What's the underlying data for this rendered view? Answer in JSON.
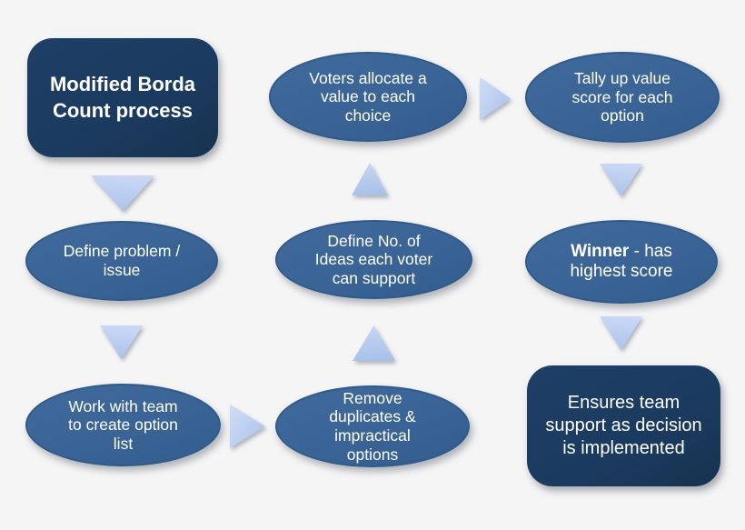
{
  "canvas": {
    "background": "#f5f5f6"
  },
  "palette": {
    "dark_box_fill": "#1b3a5f",
    "ellipse_fill": "#3a6496",
    "ellipse_edge": "#2f5a8a",
    "arrow_fill": "#b7ccef",
    "text": "#ffffff"
  },
  "nodes": {
    "start": {
      "label": "Modified Borda\nCount process"
    },
    "voters": {
      "label": "Voters allocate a\nvalue to each\nchoice"
    },
    "tally": {
      "label": "Tally up value\nscore for each\noption"
    },
    "define_problem": {
      "label": "Define problem /\nissue"
    },
    "define_ideas": {
      "label": "Define No. of\nIdeas each voter\ncan support"
    },
    "winner": {
      "label_bold": "Winner",
      "label_rest": " - has\nhighest score"
    },
    "work_team": {
      "label": "Work with team\nto create option\nlist"
    },
    "remove_dups": {
      "label": "Remove\nduplicates &\nimpractical\noptions"
    },
    "outcome": {
      "label": "Ensures team\nsupport as decision\nis implemented"
    }
  },
  "flow": [
    {
      "from": "start",
      "to": "define_problem",
      "direction": "down"
    },
    {
      "from": "define_problem",
      "to": "work_team",
      "direction": "down"
    },
    {
      "from": "work_team",
      "to": "remove_dups",
      "direction": "right"
    },
    {
      "from": "remove_dups",
      "to": "define_ideas",
      "direction": "up"
    },
    {
      "from": "define_ideas",
      "to": "voters",
      "direction": "up"
    },
    {
      "from": "voters",
      "to": "tally",
      "direction": "right"
    },
    {
      "from": "tally",
      "to": "winner",
      "direction": "down"
    },
    {
      "from": "winner",
      "to": "outcome",
      "direction": "down"
    }
  ]
}
